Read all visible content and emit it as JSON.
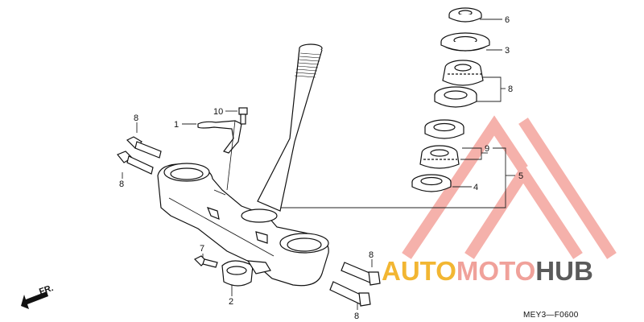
{
  "parts": [
    {
      "id": "callout-1",
      "label": "1"
    },
    {
      "id": "callout-2",
      "label": "2"
    },
    {
      "id": "callout-3",
      "label": "3"
    },
    {
      "id": "callout-4",
      "label": "4"
    },
    {
      "id": "callout-5",
      "label": "5"
    },
    {
      "id": "callout-6",
      "label": "6"
    },
    {
      "id": "callout-7",
      "label": "7"
    },
    {
      "id": "callout-8a",
      "label": "8"
    },
    {
      "id": "callout-8b",
      "label": "8"
    },
    {
      "id": "callout-8c",
      "label": "8"
    },
    {
      "id": "callout-8d",
      "label": "8"
    },
    {
      "id": "callout-9a",
      "label": "9"
    },
    {
      "id": "callout-9b",
      "label": "9"
    },
    {
      "id": "callout-10",
      "label": "10"
    }
  ],
  "front_marker": "FR.",
  "diagram_code": "MEY3—F0600",
  "watermark": {
    "part1": "AUTO",
    "part2": "MOTO",
    "part3": "HUB",
    "colors": {
      "auto": "#f2b632",
      "moto": "#f0a19a",
      "hub": "#5a5a5a",
      "triangle": "#f07a70"
    }
  }
}
